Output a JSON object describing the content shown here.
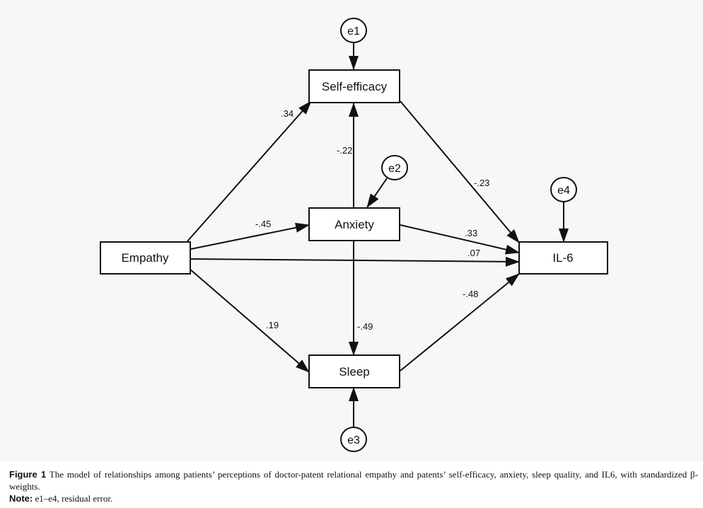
{
  "diagram": {
    "nodes": [
      {
        "id": "self_efficacy",
        "label": "Self-efficacy"
      },
      {
        "id": "anxiety",
        "label": "Anxiety"
      },
      {
        "id": "empathy",
        "label": "Empathy"
      },
      {
        "id": "il6",
        "label": "IL-6"
      },
      {
        "id": "sleep",
        "label": "Sleep"
      }
    ],
    "errors": [
      {
        "id": "e1",
        "label": "e1",
        "target": "self_efficacy"
      },
      {
        "id": "e2",
        "label": "e2",
        "target": "anxiety"
      },
      {
        "id": "e3",
        "label": "e3",
        "target": "sleep"
      },
      {
        "id": "e4",
        "label": "e4",
        "target": "il6"
      }
    ],
    "paths": [
      {
        "id": "emp_se",
        "from": "empathy",
        "to": "self_efficacy",
        "weight": ".34"
      },
      {
        "id": "anx_se",
        "from": "anxiety",
        "to": "self_efficacy",
        "weight": "-.22"
      },
      {
        "id": "emp_anx",
        "from": "empathy",
        "to": "anxiety",
        "weight": "-.45"
      },
      {
        "id": "emp_il6",
        "from": "empathy",
        "to": "il6",
        "weight": ".07"
      },
      {
        "id": "se_il6",
        "from": "self_efficacy",
        "to": "il6",
        "weight": "-.23"
      },
      {
        "id": "anx_il6",
        "from": "anxiety",
        "to": "il6",
        "weight": ".33"
      },
      {
        "id": "emp_sleep",
        "from": "empathy",
        "to": "sleep",
        "weight": ".19"
      },
      {
        "id": "anx_sleep",
        "from": "anxiety",
        "to": "sleep",
        "weight": "-.49"
      },
      {
        "id": "sleep_il6",
        "from": "sleep",
        "to": "il6",
        "weight": "-.48"
      }
    ]
  },
  "caption": {
    "figure_label": "Figure 1",
    "figure_text": "The model of relationships among patients’ perceptions of doctor-patent relational empathy and patents’ self-efficacy, anxiety, sleep quality, and IL6, with standardized β-weights.",
    "note_label": "Note:",
    "note_text": "e1–e4, residual error."
  }
}
